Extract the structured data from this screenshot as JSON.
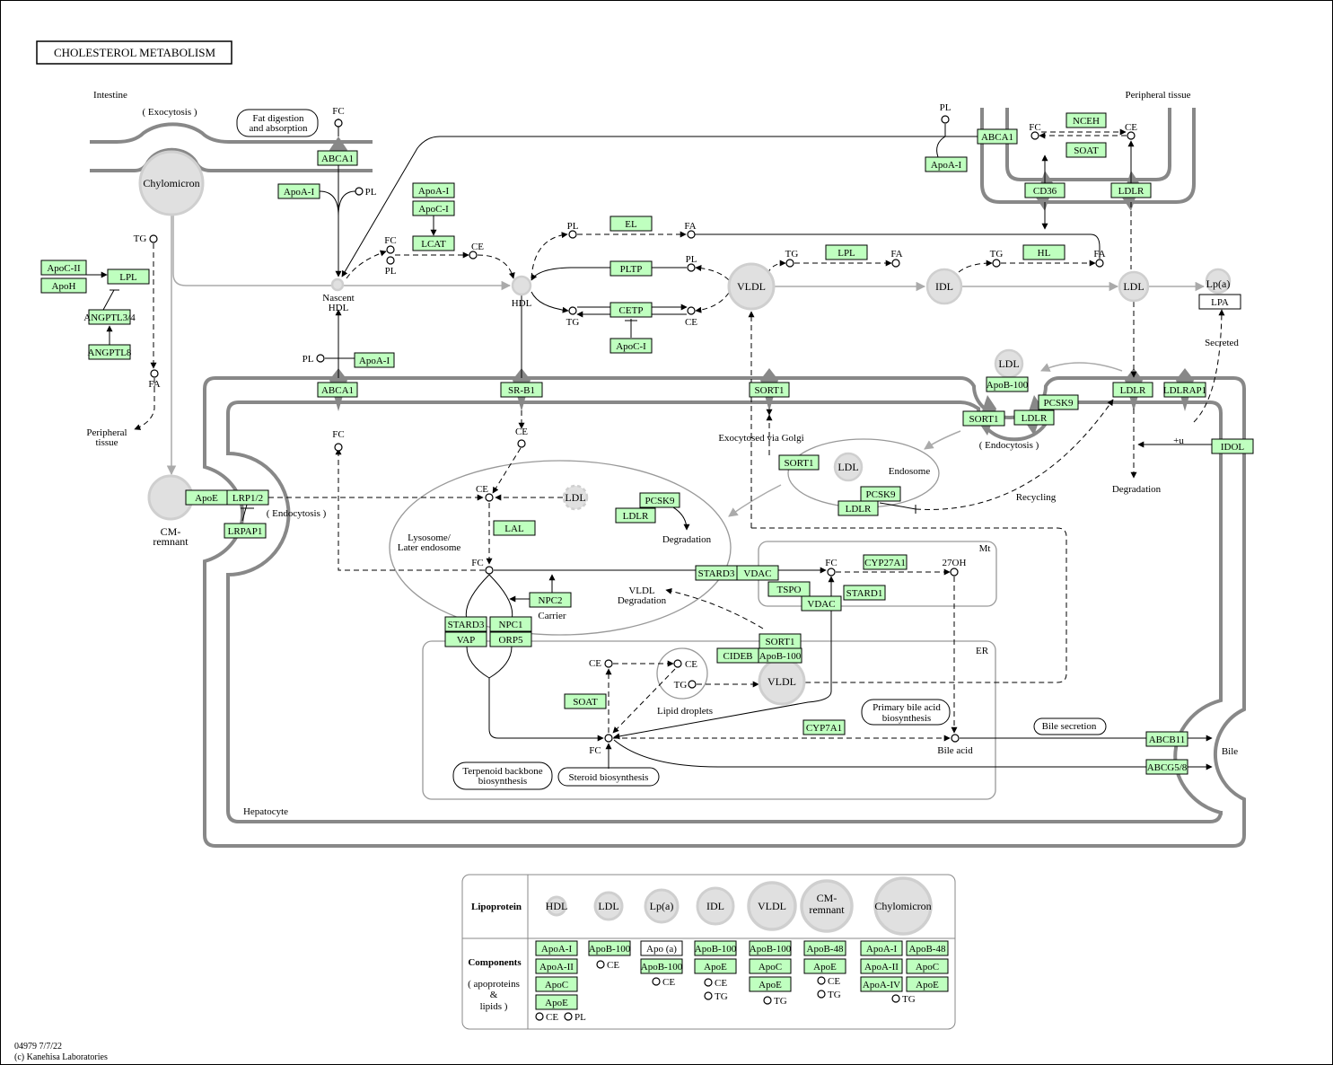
{
  "title": "CHOLESTEROL  METABOLISM",
  "footer": {
    "id": "04979 7/7/22",
    "copyright": "(c) Kanehisa Laboratories"
  },
  "genes": [
    "ABCA1",
    "ApoA-I",
    "ApoA-I",
    "ApoC-I",
    "LCAT",
    "ApoC-II",
    "ApoH",
    "LPL",
    "ANGPTL3/4",
    "ANGPTL8",
    "EL",
    "PLTP",
    "CETP",
    "ApoC-I",
    "LPL",
    "HL",
    "ABCA1",
    "ApoA-I",
    "NCEH",
    "SOAT",
    "CD36",
    "LDLR",
    "LPA",
    "ApoA-I",
    "ABCA1",
    "SR-B1",
    "SORT1",
    "ApoB-100",
    "SORT1",
    "LDLR",
    "PCSK9",
    "LDLR",
    "LDLRAP1",
    "IDOL",
    "SORT1",
    "PCSK9",
    "LDLR",
    "PCSK9",
    "LDLR",
    "LAL",
    "ApoE",
    "LRP1/2",
    "LRPAP1",
    "STARD3",
    "VDAC",
    "TSPO",
    "VDAC",
    "STARD1",
    "CYP27A1",
    "NPC2",
    "STARD3",
    "VAP",
    "NPC1",
    "ORP5",
    "SORT1",
    "CIDEB",
    "ApoB-100",
    "SOAT",
    "CYP7A1",
    "ABCB11",
    "ABCG5/8"
  ],
  "lipoproteins": [
    "Chylomicron",
    "CM-",
    "remnant",
    "",
    "HDL",
    "VLDL",
    "IDL",
    "LDL",
    "Lp(a)",
    "LDL",
    "LDL",
    "LDL",
    "VLDL"
  ],
  "labels": [
    "Intestine",
    "( Exocytosis )",
    "Fat digestion",
    "and absorption",
    "FC",
    "PL",
    "TG",
    "FA",
    "Peripheral",
    "tissue",
    "Nascent",
    "HDL",
    "FC",
    "PL",
    "CE",
    "HDL",
    "PL",
    "FA",
    "PL",
    "TG",
    "CE",
    "TG",
    "FA",
    "TG",
    "FA",
    "PL",
    "FC",
    "CE",
    "Peripheral tissue",
    "Secreted",
    "PL",
    "FC",
    "CE",
    "Exocytosed via Golgi",
    "( Endocytosis )",
    "+u",
    "Degradation",
    "Endosome",
    "Recycling",
    "CE",
    "( Endocytosis )",
    "Lysosome/",
    "Later endosome",
    "Degradation",
    "FC",
    "Carrier",
    "VLDL",
    "Degradation",
    "Mt",
    "FC",
    "27OH",
    "ER",
    "CE",
    "CE",
    "TG",
    "Lipid droplets",
    "Primary bile acid",
    "biosynthesis",
    "Bile secretion",
    "FC",
    "Bile acid",
    "Bile",
    "Terpenoid backbone",
    "biosynthesis",
    "Steroid biosynthesis",
    "Hepatocyte"
  ],
  "legend": {
    "row1_label": "Lipoprotein",
    "row2_label": "Components",
    "row2_sub": [
      "( apoproteins",
      "&",
      "lipids )"
    ],
    "lipoproteins": [
      "HDL",
      "LDL",
      "Lp(a)",
      "IDL",
      "VLDL",
      "CM-",
      "remnant",
      "Chylomicron"
    ],
    "components": [
      "ApoA-I",
      "ApoA-II",
      "ApoC",
      "ApoE",
      "ApoB-100",
      "Apo (a)",
      "ApoB-100",
      "ApoB-100",
      "ApoE",
      "ApoB-100",
      "ApoC",
      "ApoE",
      "ApoB-48",
      "ApoE",
      "ApoA-I",
      "ApoA-II",
      "ApoA-IV",
      "ApoB-48",
      "ApoC",
      "ApoE"
    ],
    "lipids": [
      "CE",
      "PL",
      "CE",
      "CE",
      "CE",
      "TG",
      "TG",
      "CE",
      "TG",
      "TG"
    ]
  },
  "colors": {
    "gene_fill": "#bfffbf",
    "lipoprotein_fill": "#e0e0e0",
    "membrane": "#888888"
  }
}
